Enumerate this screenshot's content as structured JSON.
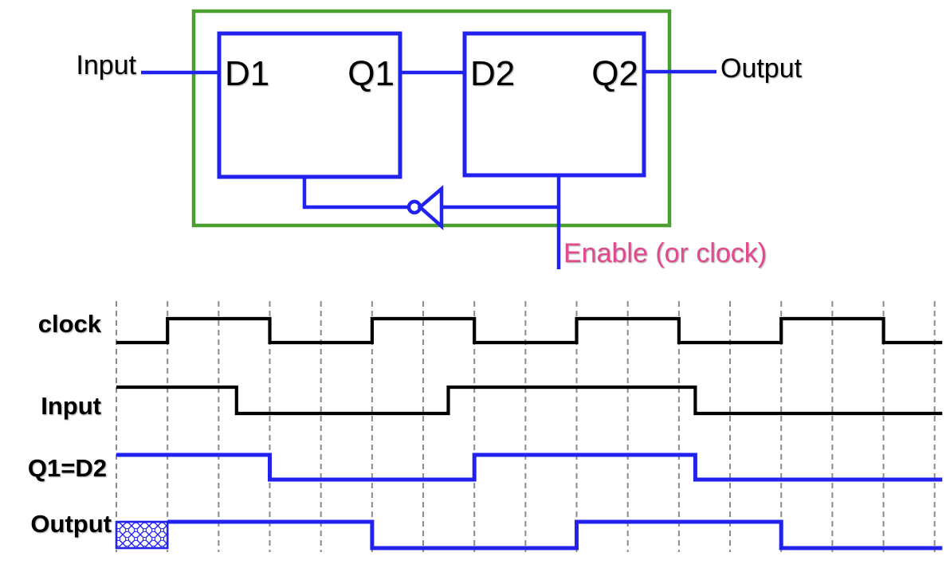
{
  "colors": {
    "wire_blue": "#2222EE",
    "boundary_green": "#4C9E30",
    "enable_pink": "#E24A90",
    "signal_black": "#000000",
    "grid_gray": "#8C8C8C",
    "background": "#FFFFFF"
  },
  "circuit": {
    "input_label": "Input",
    "output_label": "Output",
    "enable_label": "Enable (or clock)",
    "ff1": {
      "d_label": "D1",
      "q_label": "Q1"
    },
    "ff2": {
      "d_label": "D2",
      "q_label": "Q2"
    }
  },
  "chart_data": {
    "type": "timing-waveform",
    "time_axis": {
      "gridlines": 17,
      "start": 0,
      "end": 16.15
    },
    "signals": [
      {
        "label": "clock",
        "color": "black",
        "initial": 0,
        "transitions": [
          1,
          3,
          5,
          7,
          9,
          11,
          13,
          15
        ]
      },
      {
        "label": "Input",
        "color": "black",
        "initial": 1,
        "transitions": [
          2.35,
          6.49,
          11.32
        ]
      },
      {
        "label": "Q1=D2",
        "color": "blue",
        "initial": 1,
        "transitions": [
          3,
          7,
          11.32
        ]
      },
      {
        "label": "Output",
        "color": "blue",
        "initial": 1,
        "start_time": 1,
        "unknown_region": [
          0,
          1
        ],
        "transitions": [
          5,
          9,
          13
        ]
      }
    ]
  }
}
